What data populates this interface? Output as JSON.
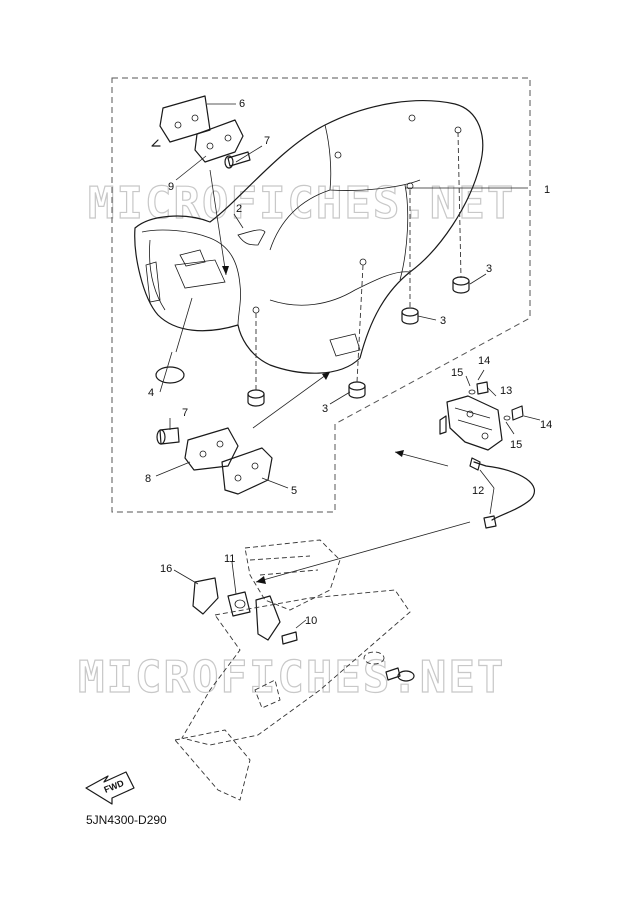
{
  "watermark": "MICROFICHES.NET",
  "diagram_code": "5JN4300-D290",
  "fwd_label": "FWD",
  "callouts": {
    "c1": "1",
    "c2": "2",
    "c3a": "3",
    "c3b": "3",
    "c3c": "3",
    "c4": "4",
    "c5": "5",
    "c6": "6",
    "c7a": "7",
    "c7b": "7",
    "c8": "8",
    "c9": "9",
    "c10": "10",
    "c11": "11",
    "c12": "12",
    "c13": "13",
    "c14a": "14",
    "c14b": "14",
    "c15a": "15",
    "c15b": "15",
    "c16": "16"
  }
}
